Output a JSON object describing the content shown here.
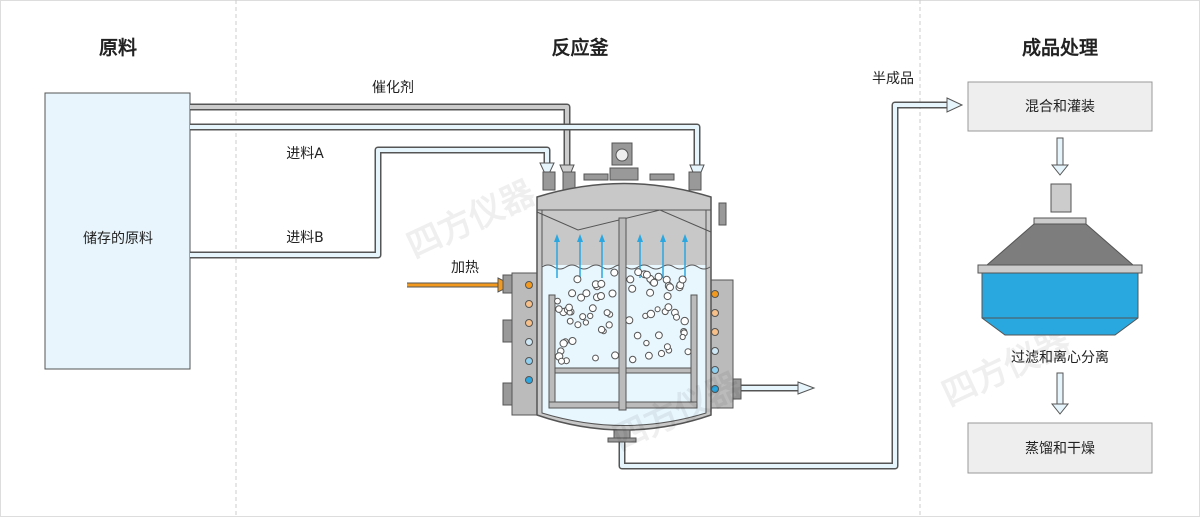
{
  "sections": {
    "raw": "原料",
    "reactor": "反应釜",
    "product": "成品处理"
  },
  "storage": {
    "label": "储存的原料"
  },
  "pipes": {
    "catalyst": "催化剂",
    "feed_a": "进料A",
    "feed_b": "进料B",
    "heating": "加热",
    "semi": "半成品"
  },
  "steps": {
    "mix": "混合和灌装",
    "filter": "过滤和离心分离",
    "dry": "蒸馏和干燥"
  },
  "watermark": "四方仪器",
  "colors": {
    "pipe": "#555555",
    "pipe_fill": "#e6f4fb",
    "heat": "#f39a1e",
    "liquid": "#e8f6fd",
    "steam": "#2aa7e0",
    "centrifuge": "#29a8df"
  }
}
